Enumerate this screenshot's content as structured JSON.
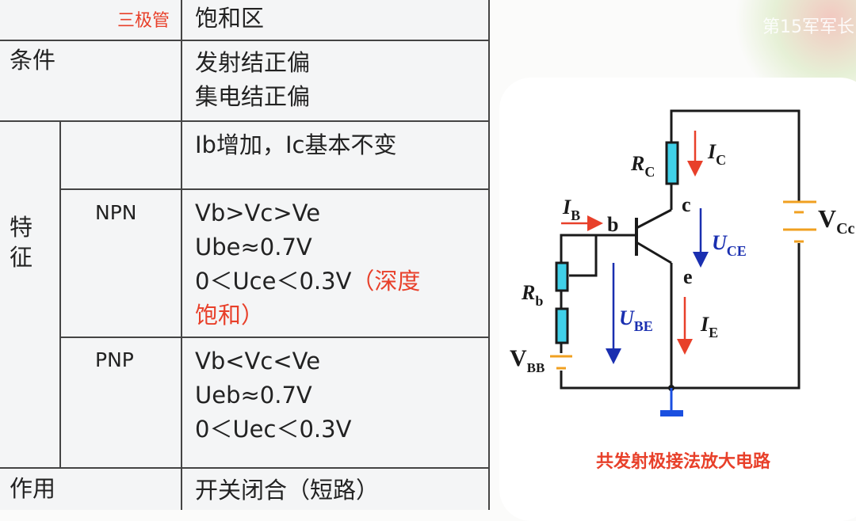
{
  "table": {
    "header": {
      "corner": "三极管",
      "region": "饱和区"
    },
    "condition": {
      "label": "条件",
      "lines": [
        "发射结正偏",
        "集电结正偏"
      ]
    },
    "features": {
      "label": "特征",
      "general": "Ib增加，Ic基本不变",
      "npn": {
        "label": "NPN",
        "lines": [
          "Vb>Vc>Ve",
          "Ube≈0.7V",
          "0＜Uce＜0.3V"
        ],
        "note": [
          "（深度",
          "饱和）"
        ]
      },
      "pnp": {
        "label": "PNP",
        "lines": [
          "Vb<Vc<Ve",
          "Ueb≈0.7V",
          "0＜Uec＜0.3V"
        ]
      }
    },
    "function": {
      "label": "作用",
      "value": "开关闭合（短路）"
    }
  },
  "watermark": "第15军军长",
  "circuit": {
    "labels": {
      "rc": "R",
      "rc_sub": "C",
      "ic": "I",
      "ic_sub": "C",
      "ib": "I",
      "ib_sub": "B",
      "b": "b",
      "c": "c",
      "e": "e",
      "uce": "U",
      "uce_sub": "CE",
      "ube": "U",
      "ube_sub": "BE",
      "ie": "I",
      "ie_sub": "E",
      "rb": "R",
      "rb_sub": "b",
      "vbb": "V",
      "vbb_sub": "BB",
      "vcc": "V",
      "vcc_sub": "Cc"
    },
    "caption": "共发射极接法放大电路",
    "colors": {
      "wire": "#1a1a1a",
      "resistor": "#40d0e8",
      "current": "#e8402a",
      "voltage": "#1a2fb0",
      "battery": "#f0a020",
      "ground": "#1a4fe0"
    }
  }
}
